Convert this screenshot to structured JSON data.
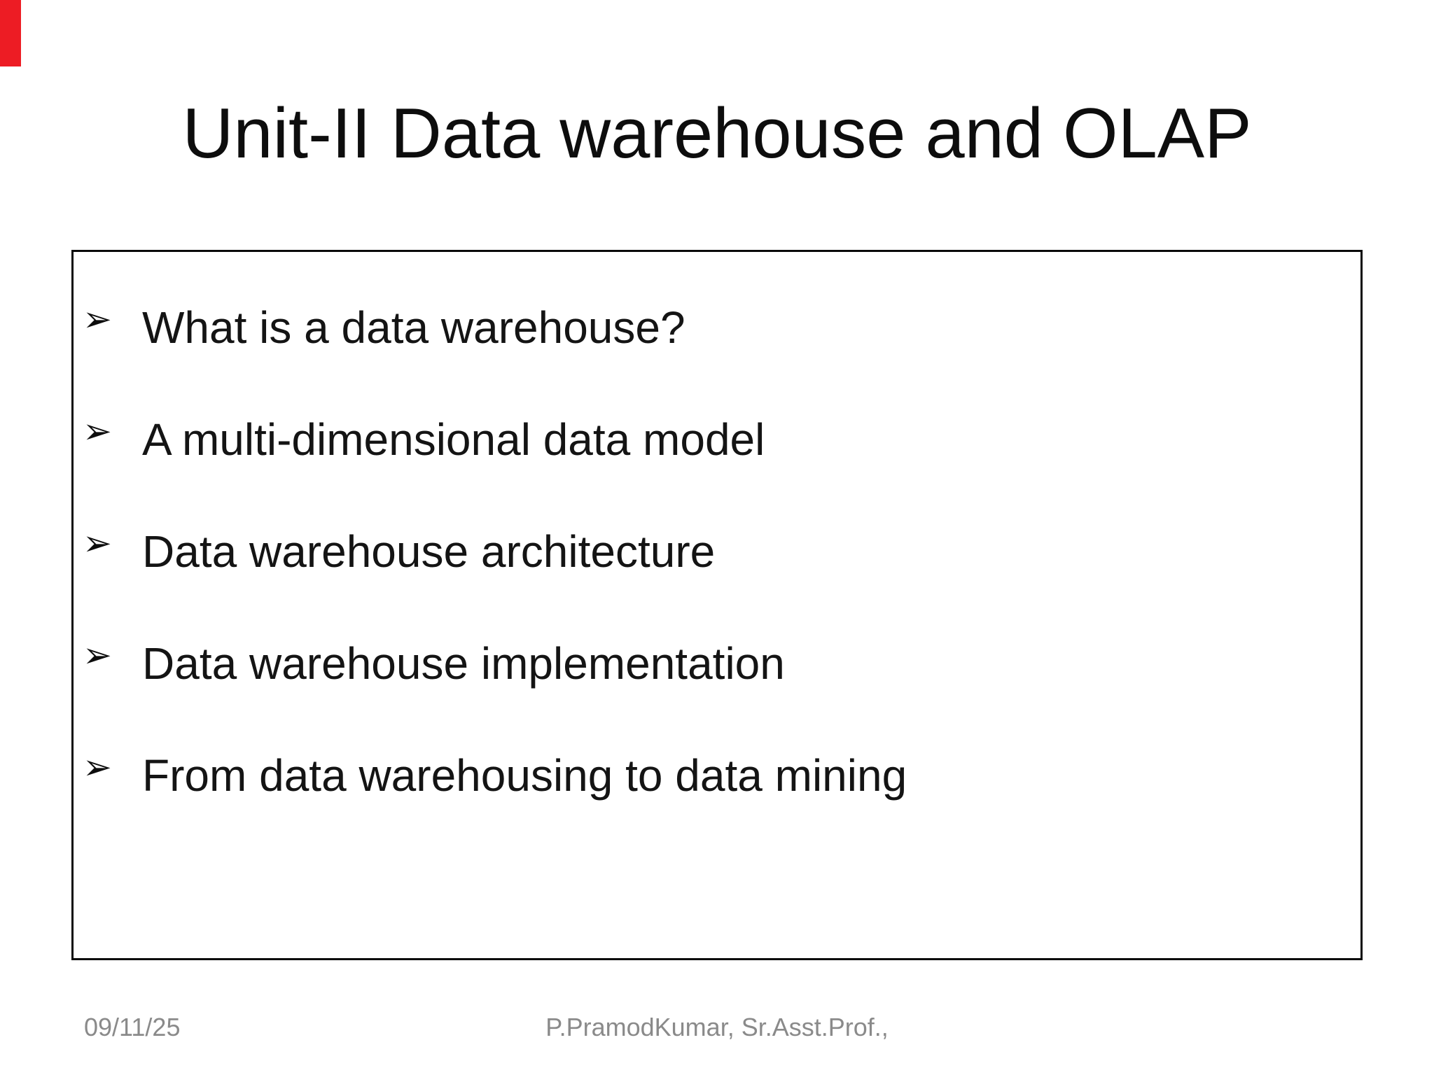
{
  "slide": {
    "title": "Unit-II Data warehouse and OLAP",
    "bullet_glyph": "➢",
    "bullets": [
      "What is a data warehouse?",
      "A multi-dimensional data model",
      "Data warehouse architecture",
      "Data warehouse implementation",
      "From data warehousing to data mining"
    ],
    "footer": {
      "date": "09/11/25",
      "author": "P.PramodKumar, Sr.Asst.Prof.,"
    },
    "colors": {
      "background": "#ffffff",
      "text": "#0d0d0d",
      "box_border": "#0a0a0a",
      "footer_text": "#8a8a8a",
      "corner_marker_red": "#ed1c24"
    }
  }
}
